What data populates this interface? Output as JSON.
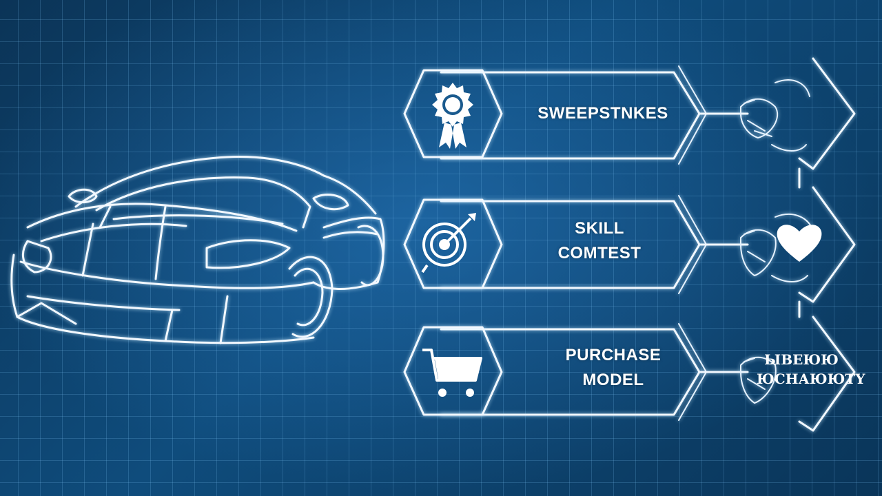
{
  "diagram": {
    "paths": [
      {
        "label": "SWEEPSTNKES",
        "icon": "award-ribbon-icon"
      },
      {
        "label_lines": [
          "SKILL",
          "COMTEST"
        ],
        "icon": "target-icon"
      },
      {
        "label_lines": [
          "PURCHASE",
          "MODEL"
        ],
        "icon": "shopping-cart-icon"
      }
    ],
    "outcomes": [
      {
        "icon": "handshake-icon"
      },
      {
        "icon": "heart-handshake-icon"
      },
      {
        "text_lines": [
          "ЫВЕЮЮ",
          "ЮСНАЮЮTY"
        ],
        "icon": "handshake-icon"
      }
    ]
  },
  "colors": {
    "background": "#0f4c7c",
    "line": "#f2f8ff",
    "grid": "#78bef0"
  }
}
